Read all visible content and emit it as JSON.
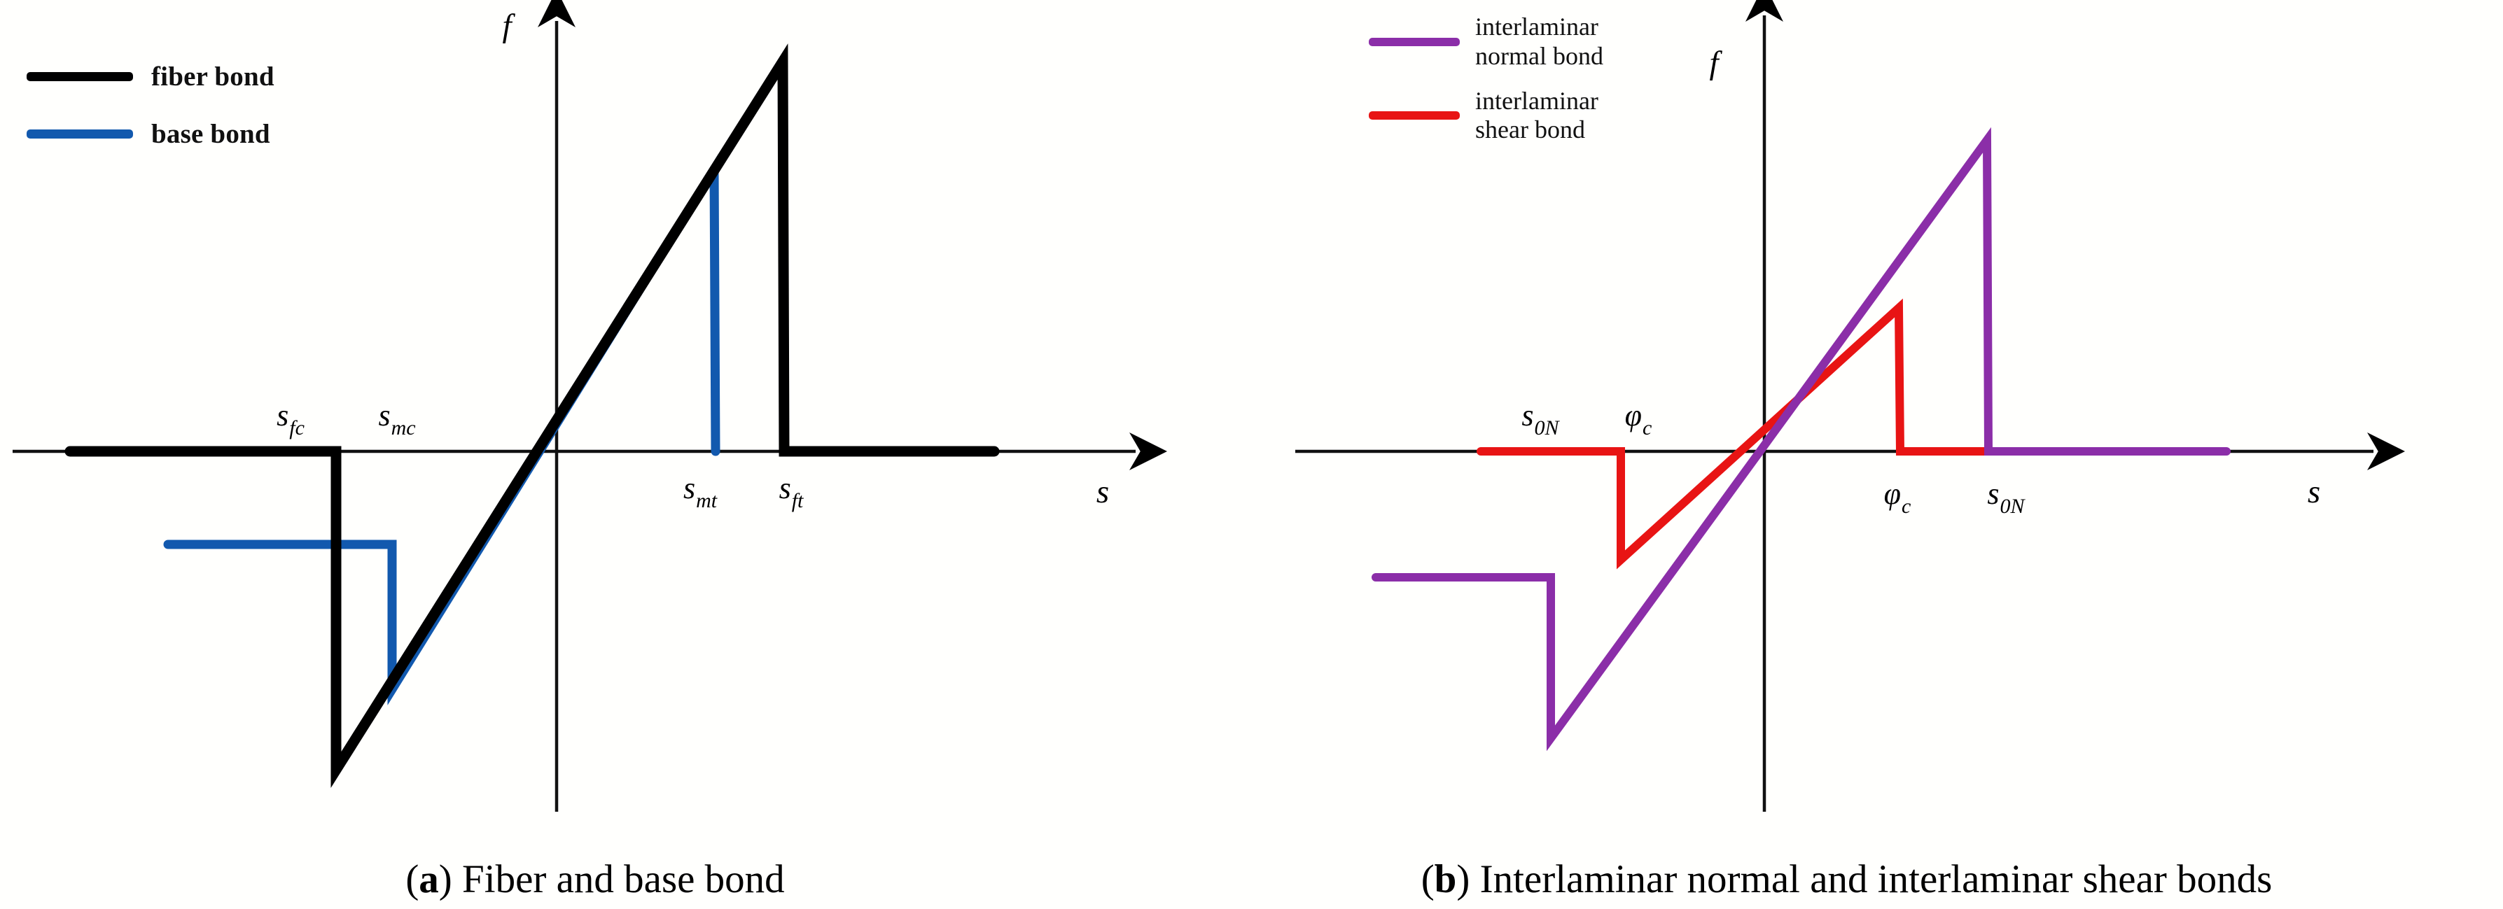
{
  "figure": {
    "background": "#fffffd",
    "panels": [
      {
        "id": "a",
        "caption_marker": "a",
        "caption_text": ") Fiber and base bond",
        "axis_x_label": "s",
        "axis_y_label": "f",
        "legend": [
          {
            "label": "fiber bond",
            "color": "#000000"
          },
          {
            "label": "base bond",
            "color": "#1259AE"
          }
        ],
        "tick_labels": [
          {
            "base": "s",
            "sub": "fc"
          },
          {
            "base": "s",
            "sub": "mc"
          },
          {
            "base": "s",
            "sub": "mt"
          },
          {
            "base": "s",
            "sub": "ft"
          }
        ]
      },
      {
        "id": "b",
        "caption_marker": "b",
        "caption_text": ") Interlaminar normal and interlaminar shear bonds",
        "axis_x_label": "s",
        "axis_y_label": "f",
        "legend": [
          {
            "label": "interlaminar\nnormal bond",
            "color": "#8B2EA8"
          },
          {
            "label": "interlaminar\nshear bond",
            "color": "#E81414"
          }
        ],
        "tick_labels": [
          {
            "base": "s",
            "sub": "0N"
          },
          {
            "base": "φ",
            "sub": "c"
          },
          {
            "base": "φ",
            "sub": "c"
          },
          {
            "base": "s",
            "sub": "0N"
          }
        ]
      }
    ]
  },
  "chart_data": [
    {
      "type": "line",
      "title": "(a) Fiber and base bond",
      "xlabel": "s",
      "ylabel": "f",
      "grid": false,
      "legend_position": "top-left",
      "axis_origin": {
        "x": 795,
        "y": 645
      },
      "xlim": [
        80,
        1640
      ],
      "ylim": [
        40,
        1120
      ],
      "description": "Bilinear bond-slip constitutive laws with brittle drop at peak slip",
      "series": [
        {
          "name": "fiber bond",
          "color": "#000000",
          "points": [
            {
              "x": 100,
              "y": 645
            },
            {
              "x": 480,
              "y": 645
            },
            {
              "x": 480,
              "y": 1100
            },
            {
              "x": 1118,
              "y": 88
            },
            {
              "x": 1120,
              "y": 645
            },
            {
              "x": 1420,
              "y": 645
            }
          ],
          "annotations": [
            {
              "label": "s_fc",
              "at_x": 480,
              "side": "above-left"
            },
            {
              "label": "s_ft",
              "at_x": 1120,
              "side": "below"
            }
          ]
        },
        {
          "name": "base bond",
          "color": "#1259AE",
          "points": [
            {
              "x": 240,
              "y": 778
            },
            {
              "x": 560,
              "y": 778
            },
            {
              "x": 560,
              "y": 985
            },
            {
              "x": 1020,
              "y": 242
            },
            {
              "x": 1022,
              "y": 645
            }
          ],
          "annotations": [
            {
              "label": "s_mc",
              "at_x": 560,
              "side": "above-right"
            },
            {
              "label": "s_mt",
              "at_x": 1022,
              "side": "below"
            }
          ]
        }
      ]
    },
    {
      "type": "line",
      "title": "(b) Interlaminar normal and interlaminar shear bonds",
      "xlabel": "s",
      "ylabel": "f",
      "grid": false,
      "legend_position": "top-left",
      "axis_origin": {
        "x": 2520,
        "y": 645
      },
      "xlim": [
        1890,
        3390
      ],
      "ylim": [
        40,
        1120
      ],
      "description": "Bilinear bond-slip constitutive laws with brittle drop at peak slip",
      "series": [
        {
          "name": "interlaminar normal bond",
          "color": "#8B2EA8",
          "points": [
            {
              "x": 1965,
              "y": 825
            },
            {
              "x": 2215,
              "y": 825
            },
            {
              "x": 2215,
              "y": 1055
            },
            {
              "x": 2838,
              "y": 200
            },
            {
              "x": 2840,
              "y": 645
            },
            {
              "x": 3180,
              "y": 645
            }
          ],
          "annotations": [
            {
              "label": "s_0N",
              "at_x": 2215,
              "side": "above-left"
            },
            {
              "label": "s_0N",
              "at_x": 2840,
              "side": "below"
            }
          ]
        },
        {
          "name": "interlaminar shear bond",
          "color": "#E81414",
          "points": [
            {
              "x": 2115,
              "y": 645
            },
            {
              "x": 2315,
              "y": 645
            },
            {
              "x": 2315,
              "y": 800
            },
            {
              "x": 2712,
              "y": 440
            },
            {
              "x": 2714,
              "y": 645
            },
            {
              "x": 2840,
              "y": 645
            }
          ],
          "annotations": [
            {
              "label": "phi_c",
              "at_x": 2315,
              "side": "above-right"
            },
            {
              "label": "phi_c",
              "at_x": 2714,
              "side": "below"
            }
          ]
        }
      ]
    }
  ]
}
